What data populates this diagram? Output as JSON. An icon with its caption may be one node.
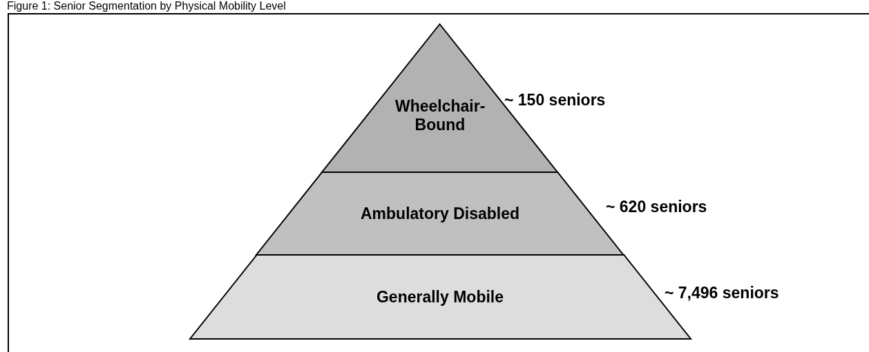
{
  "diagram": {
    "title": "Figure 1: Senior Segmentation by Physical Mobility Level",
    "nodes": [
      {
        "text": [
          "Wheelchair- Bound"
        ],
        "beside": [
          "~ 150 seniors"
        ]
      },
      {
        "text": [
          "Ambulatory Disabled"
        ],
        "beside": [
          "~ 620 seniors"
        ]
      },
      {
        "text": [
          "Generally Mobile"
        ],
        "beside": [
          "~ 7,496 seniors"
        ]
      }
    ]
  }
}
